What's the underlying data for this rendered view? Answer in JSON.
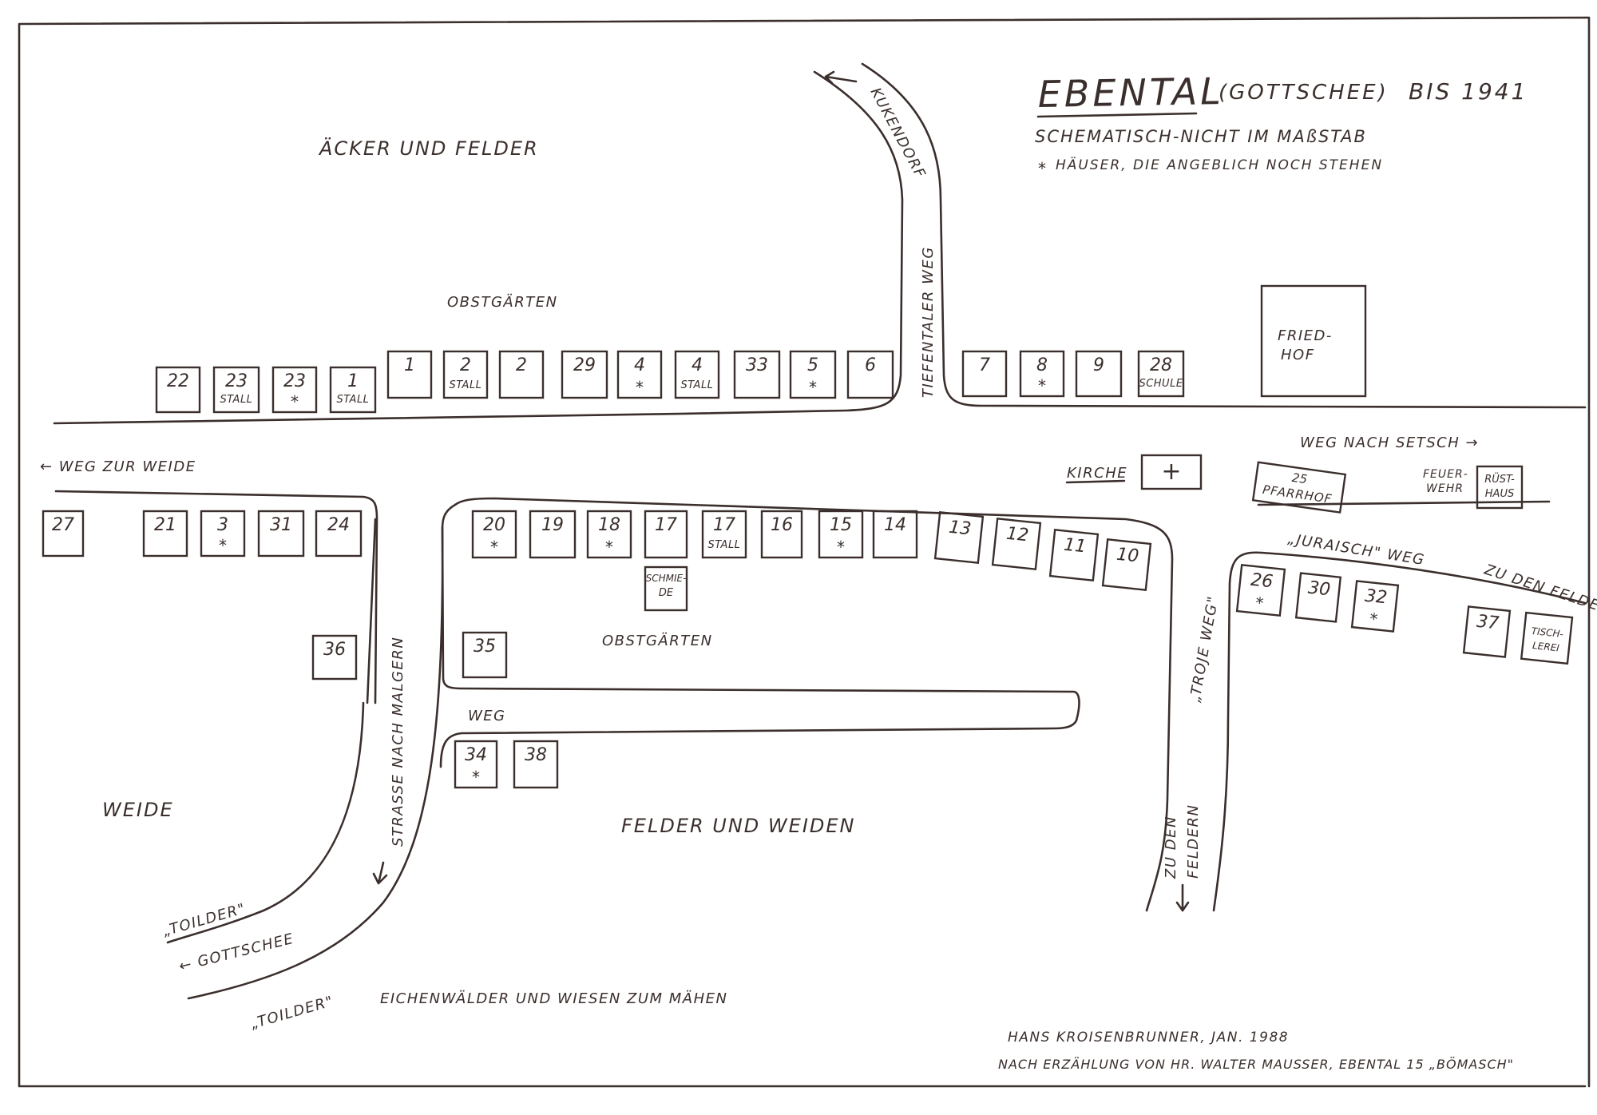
{
  "title": {
    "main": "EBENTAL",
    "paren": "(GOTTSCHEE)",
    "year": "BIS 1941",
    "subtitle": "SCHEMATISCH-NICHT IM MAßSTAB",
    "legend_symbol": "*",
    "legend": "HÄUSER, DIE ANGEBLICH NOCH STEHEN"
  },
  "credits": {
    "line1": "HANS KROISENBRUNNER, JAN. 1988",
    "line2": "NACH ERZÄHLUNG VON HR. WALTER MAUSSER, EBENTAL 15 „BÖMASCH\""
  },
  "areas": {
    "acker": "ÄCKER UND FELDER",
    "obst_north": "OBSTGÄRTEN",
    "obst_south": "OBSTGÄRTEN",
    "weide": "WEIDE",
    "felder_weiden": "FELDER UND WEIDEN",
    "eichen": "EICHENWÄLDER UND WIESEN ZUM MÄHEN",
    "friedhof_1": "FRIED-",
    "friedhof_2": "HOF",
    "kirche": "KIRCHE",
    "kirche_symbol": "+",
    "feuerwehr_1": "FEUER-",
    "feuerwehr_2": "WEHR",
    "ruesthaus_1": "RÜST-",
    "ruesthaus_2": "HAUS",
    "pfarrhof_num": "25",
    "pfarrhof": "PFARRHOF",
    "schmiede_1": "SCHMIE-",
    "schmiede_2": "DE",
    "tischlerei_1": "TISCH-",
    "tischlerei_2": "LEREI"
  },
  "roads": {
    "weg_weide": "← WEG ZUR WEIDE",
    "weg_setsch": "WEG NACH SETSCH →",
    "tiefentaler": "TIEFENTALER WEG",
    "kukendorf": "KUKENDORF",
    "strasse_malgern": "STRASSE NACH MALGERN",
    "weg": "WEG",
    "troje": "„TROJE WEG\"",
    "juraisch": "„JURAISCH\" WEG",
    "zu_den_feldern_east": "ZU DEN FELDERN",
    "zu_den_feldern_south_1": "ZU DEN",
    "zu_den_feldern_south_2": "FELDERN",
    "toilder_1": "„TOILDER\"",
    "gottschee": "← GOTTSCHEE",
    "toilder_2": "„TOILDER\""
  },
  "houses": [
    {
      "num": "22",
      "sub": "",
      "star": false
    },
    {
      "num": "23",
      "sub": "STALL",
      "star": false
    },
    {
      "num": "23",
      "sub": "",
      "star": true
    },
    {
      "num": "1",
      "sub": "STALL",
      "star": false
    },
    {
      "num": "1",
      "sub": "",
      "star": false
    },
    {
      "num": "2",
      "sub": "STALL",
      "star": false
    },
    {
      "num": "2",
      "sub": "",
      "star": false
    },
    {
      "num": "29",
      "sub": "",
      "star": false
    },
    {
      "num": "4",
      "sub": "",
      "star": true
    },
    {
      "num": "4",
      "sub": "STALL",
      "star": false
    },
    {
      "num": "33",
      "sub": "",
      "star": false
    },
    {
      "num": "5",
      "sub": "",
      "star": true
    },
    {
      "num": "6",
      "sub": "",
      "star": false
    },
    {
      "num": "7",
      "sub": "",
      "star": false
    },
    {
      "num": "8",
      "sub": "",
      "star": true
    },
    {
      "num": "9",
      "sub": "",
      "star": false
    },
    {
      "num": "28",
      "sub": "SCHULE",
      "star": false
    },
    {
      "num": "27",
      "sub": "",
      "star": false
    },
    {
      "num": "21",
      "sub": "",
      "star": false
    },
    {
      "num": "3",
      "sub": "",
      "star": true
    },
    {
      "num": "31",
      "sub": "",
      "star": false
    },
    {
      "num": "24",
      "sub": "",
      "star": false
    },
    {
      "num": "20",
      "sub": "",
      "star": true
    },
    {
      "num": "19",
      "sub": "",
      "star": false
    },
    {
      "num": "18",
      "sub": "",
      "star": true
    },
    {
      "num": "17",
      "sub": "",
      "star": false
    },
    {
      "num": "17",
      "sub": "STALL",
      "star": false
    },
    {
      "num": "16",
      "sub": "",
      "star": false
    },
    {
      "num": "15",
      "sub": "",
      "star": true
    },
    {
      "num": "14",
      "sub": "",
      "star": false
    },
    {
      "num": "13",
      "sub": "",
      "star": false
    },
    {
      "num": "12",
      "sub": "",
      "star": false
    },
    {
      "num": "11",
      "sub": "",
      "star": false
    },
    {
      "num": "10",
      "sub": "",
      "star": false
    },
    {
      "num": "36",
      "sub": "",
      "star": false
    },
    {
      "num": "35",
      "sub": "",
      "star": false
    },
    {
      "num": "34",
      "sub": "",
      "star": true
    },
    {
      "num": "38",
      "sub": "",
      "star": false
    },
    {
      "num": "26",
      "sub": "",
      "star": true
    },
    {
      "num": "30",
      "sub": "",
      "star": false
    },
    {
      "num": "32",
      "sub": "",
      "star": true
    },
    {
      "num": "37",
      "sub": "",
      "star": false
    }
  ]
}
